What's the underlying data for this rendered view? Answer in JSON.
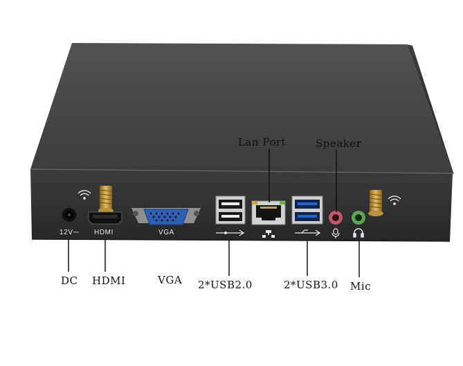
{
  "callouts": {
    "lan_port": "Lan Port",
    "speaker": "Speaker",
    "dc": "DC",
    "hdmi": "HDMI",
    "vga": "VGA",
    "usb2": "2*USB2.0",
    "usb3": "2*USB3.0",
    "mic": "Mic"
  },
  "panel_labels": {
    "dc": "12V⎓",
    "hdmi": "HDMI",
    "vga": "VGA"
  },
  "colors": {
    "case_top": "#3f4143",
    "case_front": "#2e3032",
    "vga_blue": "#2f5fb4",
    "usb3_blue": "#2a62c9",
    "speaker_pink": "#c8556c",
    "mic_green": "#5aa84e",
    "antenna_gold": "#c89a3a"
  }
}
